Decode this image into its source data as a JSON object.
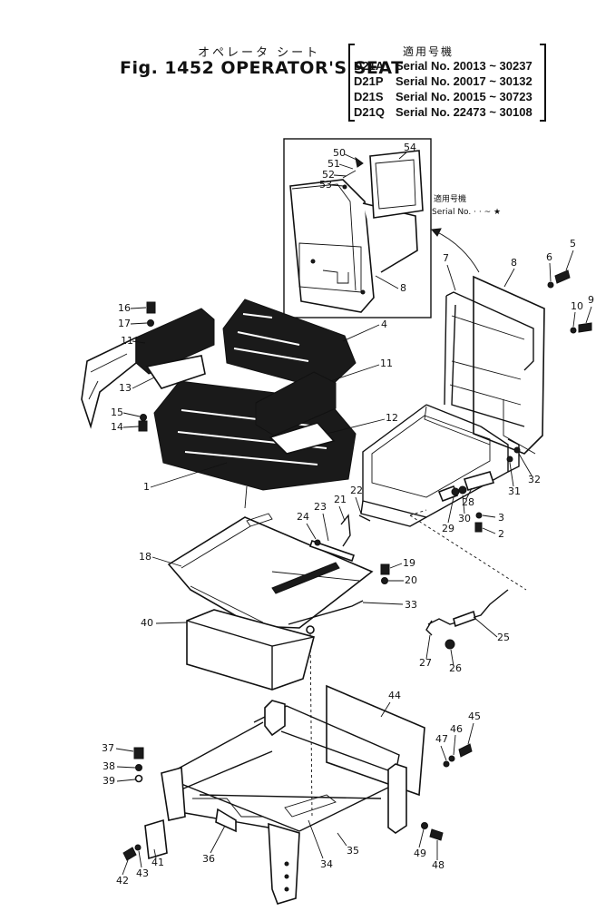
{
  "figure": {
    "title": "Fig. 1452 OPERATOR'S SEAT",
    "title_jp": "オペレータ シート"
  },
  "applicability": {
    "header_jp": "適用号機",
    "rows": [
      {
        "model": "D21A",
        "serial": "Serial No. 20013 ~ 30237"
      },
      {
        "model": "D21P",
        "serial": "Serial No. 20017 ~ 30132"
      },
      {
        "model": "D21S",
        "serial": "Serial No. 20015 ~ 30723"
      },
      {
        "model": "D21Q",
        "serial": "Serial No. 22473 ~ 30108"
      }
    ]
  },
  "inset_note": {
    "line1": "適用号機",
    "line2": "Serial No. · · ~ ★"
  },
  "callouts": [
    "1",
    "2",
    "3",
    "4",
    "5",
    "6",
    "7",
    "8",
    "8",
    "9",
    "10",
    "11",
    "11",
    "12",
    "13",
    "14",
    "15",
    "16",
    "17",
    "18",
    "19",
    "20",
    "21",
    "22",
    "23",
    "24",
    "25",
    "26",
    "27",
    "28",
    "29",
    "30",
    "31",
    "32",
    "33",
    "34",
    "35",
    "36",
    "37",
    "38",
    "39",
    "40",
    "41",
    "42",
    "43",
    "44",
    "45",
    "46",
    "47",
    "48",
    "49",
    "50",
    "51",
    "52",
    "53",
    "54"
  ]
}
